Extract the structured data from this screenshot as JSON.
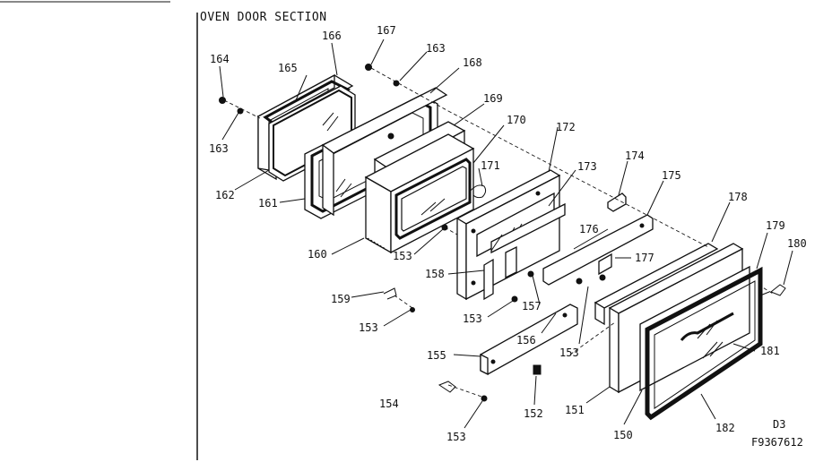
{
  "title": "OVEN DOOR SECTION",
  "drawing_code": "D3",
  "figure_number": "F9367612",
  "part_labels": {
    "p150": "150",
    "p151": "151",
    "p152": "152",
    "p153": "153",
    "p154": "154",
    "p155": "155",
    "p156": "156",
    "p157": "157",
    "p158": "158",
    "p159": "159",
    "p160": "160",
    "p161": "161",
    "p162": "162",
    "p163": "163",
    "p164": "164",
    "p165": "165",
    "p166": "166",
    "p167": "167",
    "p168": "168",
    "p169": "169",
    "p170": "170",
    "p171": "171",
    "p172": "172",
    "p173": "173",
    "p174": "174",
    "p175": "175",
    "p176": "176",
    "p177": "177",
    "p178": "178",
    "p179": "179",
    "p180": "180",
    "p181": "181",
    "p182": "182"
  }
}
